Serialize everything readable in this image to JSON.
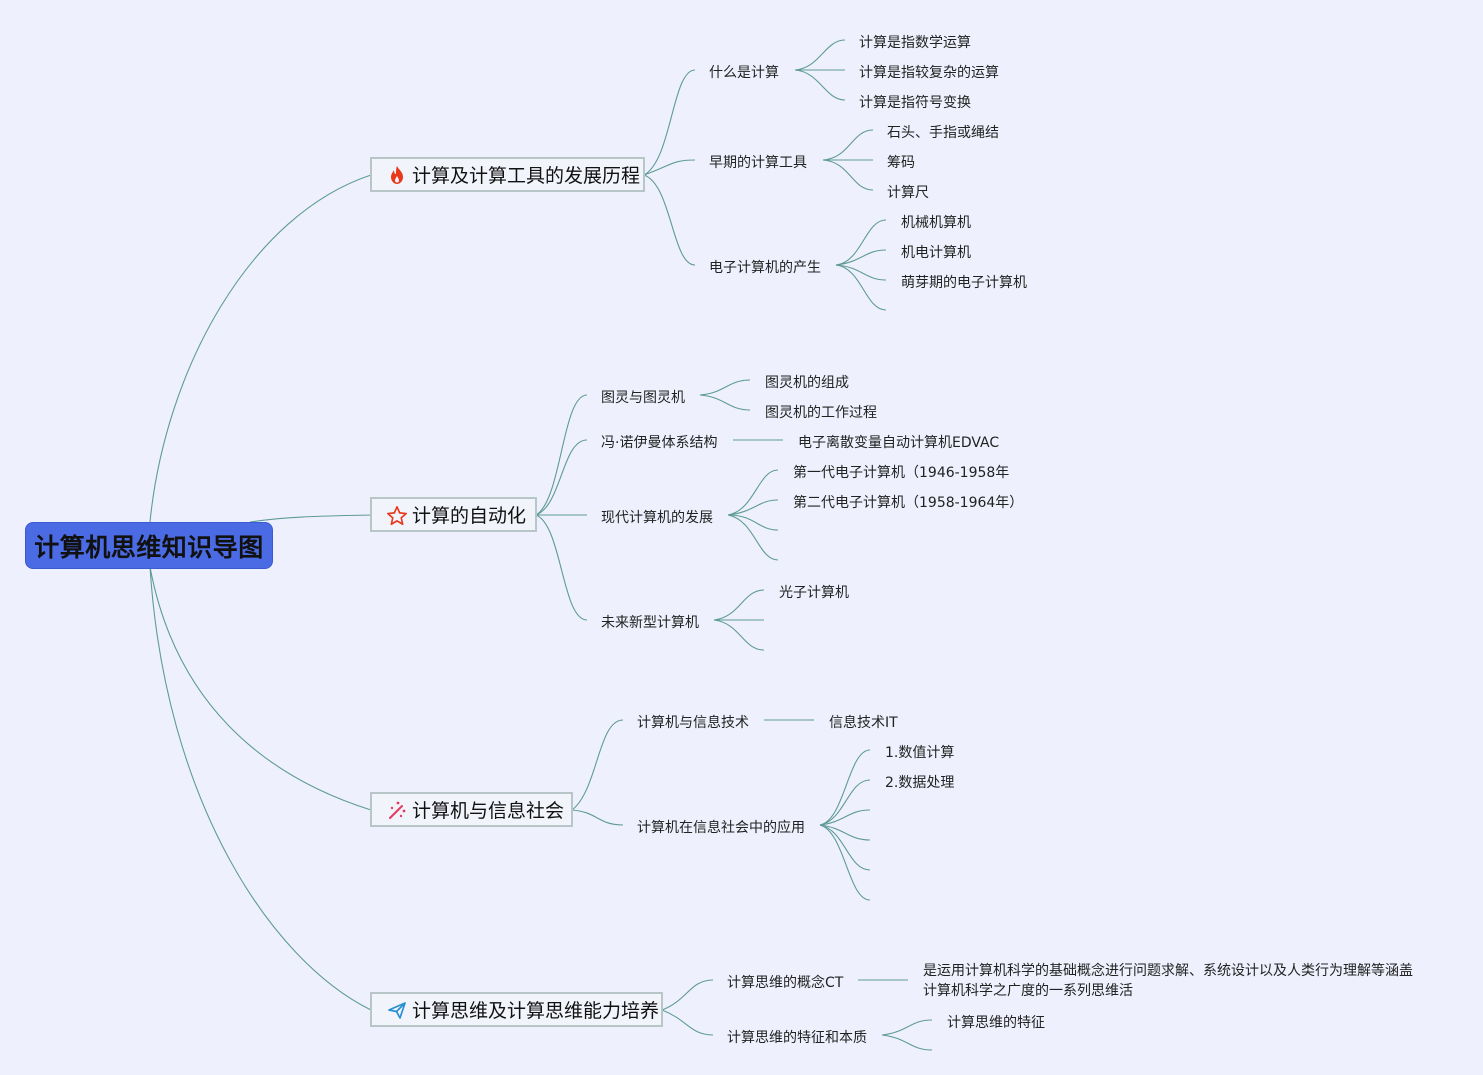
{
  "root": {
    "title": "计算机思维知识导图"
  },
  "branches": [
    {
      "title": "计算及计算工具的发展历程",
      "icon": "fire-icon",
      "icon_color": "#e8391c",
      "children": [
        {
          "label": "什么是计算",
          "leaves": [
            "计算是指数学运算",
            "计算是指较复杂的运算",
            "计算是指符号变换"
          ]
        },
        {
          "label": "早期的计算工具",
          "leaves": [
            "石头、手指或绳结",
            "筹码",
            "计算尺"
          ]
        },
        {
          "label": "电子计算机的产生",
          "leaves": [
            "机械机算机",
            "机电计算机",
            "萌芽期的电子计算机"
          ]
        }
      ]
    },
    {
      "title": "计算的自动化",
      "icon": "star-icon",
      "icon_color": "#e8391c",
      "children": [
        {
          "label": "图灵与图灵机",
          "leaves": [
            "图灵机的组成",
            "图灵机的工作过程"
          ]
        },
        {
          "label": "冯·诺伊曼体系结构",
          "leaves": [
            "电子离散变量自动计算机EDVAC"
          ]
        },
        {
          "label": "现代计算机的发展",
          "leaves": [
            "第一代电子计算机（1946-1958年",
            "第二代电子计算机（1958-1964年）"
          ]
        },
        {
          "label": "未来新型计算机",
          "leaves": [
            "光子计算机"
          ]
        }
      ]
    },
    {
      "title": "计算机与信息社会",
      "icon": "sparkle-icon",
      "icon_color": "#e8395c",
      "children": [
        {
          "label": "计算机与信息技术",
          "leaves": [
            "信息技术IT"
          ]
        },
        {
          "label": "计算机在信息社会中的应用",
          "leaves": [
            "1.数值计算",
            "2.数据处理"
          ]
        }
      ]
    },
    {
      "title": "计算思维及计算思维能力培养",
      "icon": "paper-plane-icon",
      "icon_color": "#2a8fd0",
      "children": [
        {
          "label": "计算思维的概念CT",
          "leaves": [
            "是运用计算机科学的基础概念进行问题求解、系统设计以及人类行为理解等涵盖计算机科学之广度的一系列思维活"
          ]
        },
        {
          "label": "计算思维的特征和本质",
          "leaves": [
            "计算思维的特征"
          ]
        }
      ]
    }
  ],
  "colors": {
    "background": "#eef1fd",
    "root_fill": "#4a6be3",
    "edge": "#5f9a98"
  }
}
